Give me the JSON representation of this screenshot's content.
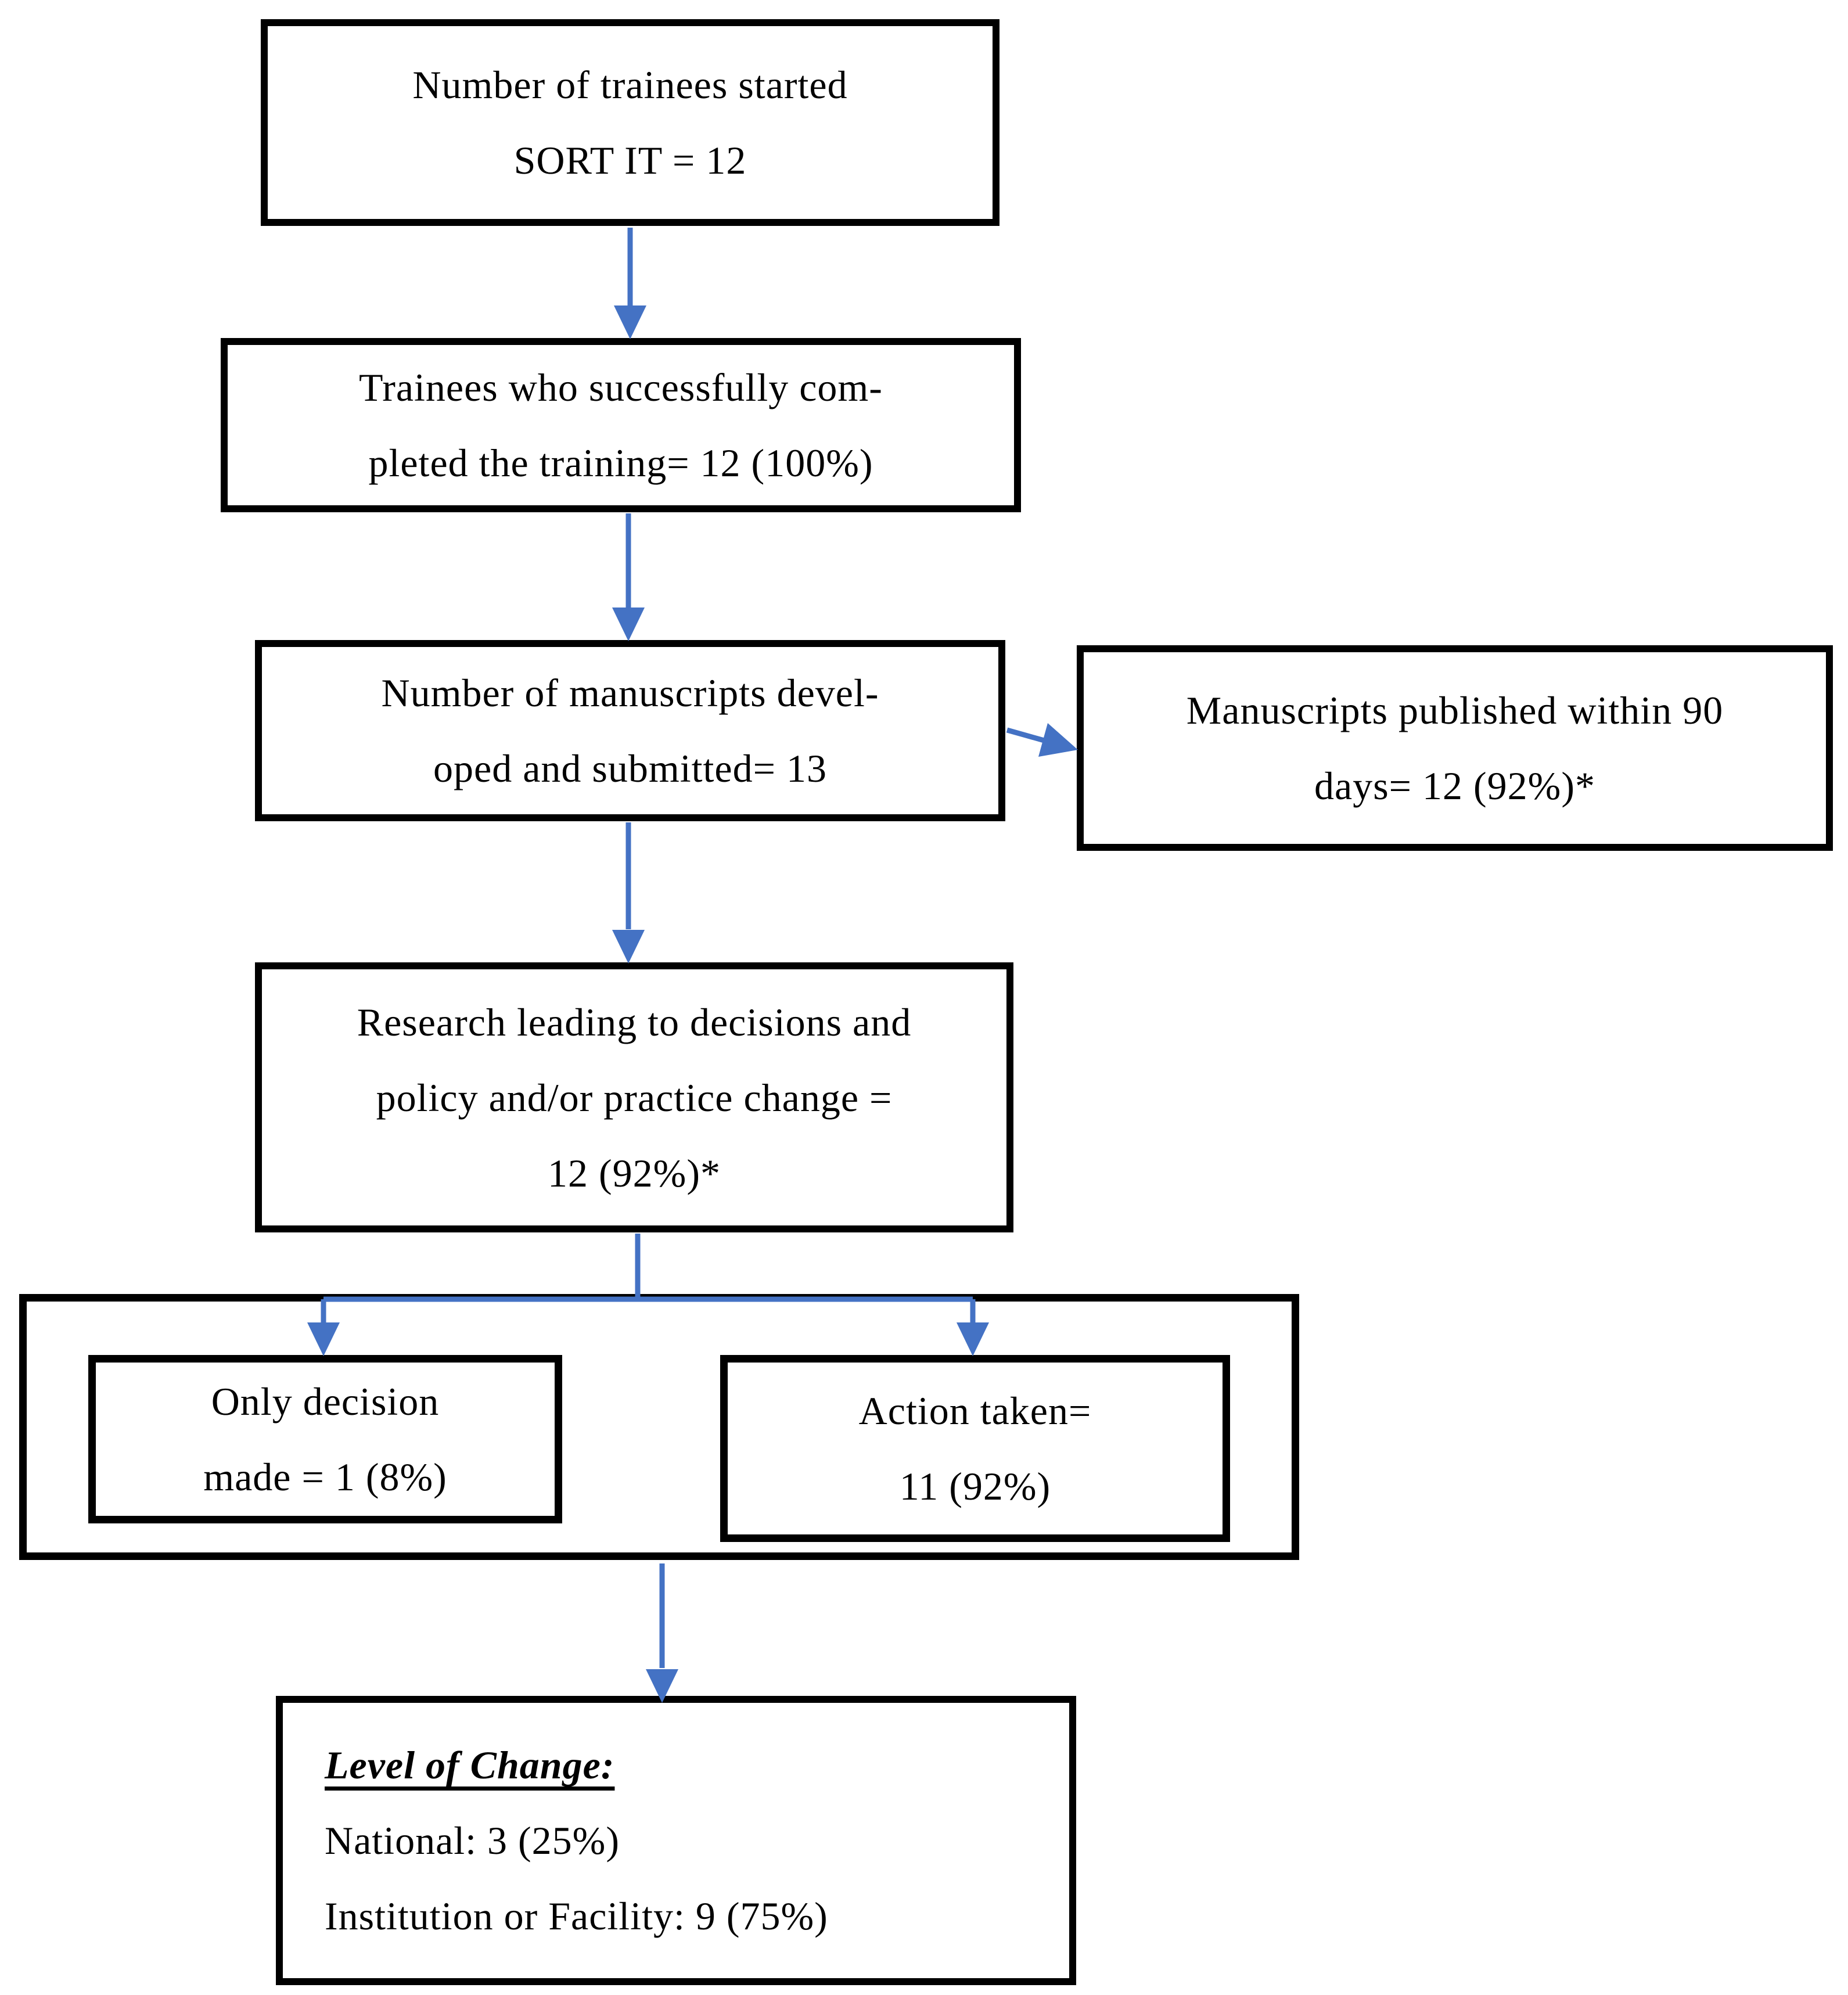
{
  "colors": {
    "arrow_blue": "#4472C4",
    "box_border": "#000000",
    "background": "#FFFFFF",
    "text": "#000000"
  },
  "boxes": {
    "trainees_started": {
      "lines": [
        "Number of trainees started",
        "SORT IT = 12"
      ]
    },
    "training_completed": {
      "lines": [
        "Trainees who successfully com-",
        "pleted the training= 12 (100%)"
      ]
    },
    "manuscripts_submitted": {
      "lines": [
        "Number of manuscripts devel-",
        "oped and submitted= 13"
      ]
    },
    "manuscripts_published": {
      "lines": [
        "Manuscripts published within 90",
        "days= 12 (92%)*"
      ]
    },
    "research_change": {
      "lines": [
        "Research leading to decisions and",
        "policy and/or practice change =",
        "12 (92%)*"
      ]
    },
    "only_decision": {
      "lines": [
        "Only decision",
        "made = 1 (8%)"
      ]
    },
    "action_taken": {
      "lines": [
        "Action taken=",
        "11 (92%)"
      ]
    },
    "level_of_change": {
      "heading": "Level of Change:",
      "lines": [
        "National: 3 (25%)",
        "Institution or Facility: 9 (75%)"
      ]
    }
  }
}
